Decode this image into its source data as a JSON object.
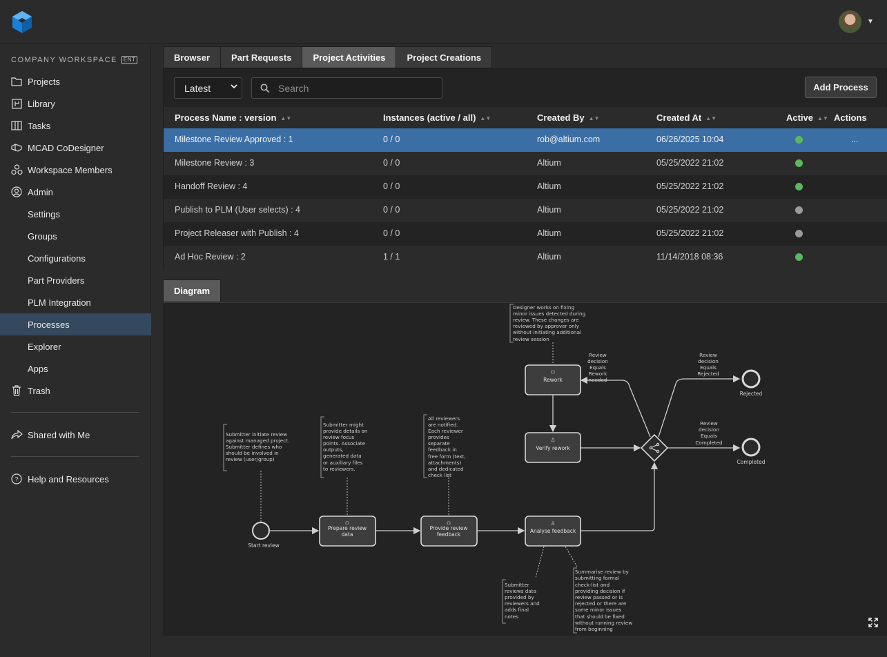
{
  "sidebar": {
    "workspace_title": "COMPANY WORKSPACE",
    "workspace_badge": "ENT",
    "items": [
      {
        "label": "Projects",
        "icon": "folder-icon"
      },
      {
        "label": "Library",
        "icon": "library-icon"
      },
      {
        "label": "Tasks",
        "icon": "tasks-icon"
      },
      {
        "label": "MCAD CoDesigner",
        "icon": "mcad-icon"
      },
      {
        "label": "Workspace Members",
        "icon": "members-icon"
      },
      {
        "label": "Admin",
        "icon": "admin-icon"
      },
      {
        "label": "Settings"
      },
      {
        "label": "Groups"
      },
      {
        "label": "Configurations"
      },
      {
        "label": "Part Providers"
      },
      {
        "label": "PLM Integration"
      },
      {
        "label": "Processes"
      },
      {
        "label": "Explorer"
      },
      {
        "label": "Apps"
      },
      {
        "label": "Trash",
        "icon": "trash-icon"
      },
      {
        "label": "Shared with Me",
        "icon": "share-icon"
      },
      {
        "label": "Help and Resources",
        "icon": "help-icon"
      }
    ]
  },
  "tabs": [
    "Browser",
    "Part Requests",
    "Project Activities",
    "Project Creations"
  ],
  "active_tab": "Project Activities",
  "toolbar": {
    "version_select": "Latest",
    "search_placeholder": "Search",
    "add_button": "Add Process"
  },
  "table": {
    "columns": [
      "Process Name : version",
      "Instances (active / all)",
      "Created By",
      "Created At",
      "Active",
      "Actions"
    ],
    "rows": [
      {
        "name": "Milestone Review Approved : 1",
        "instances": "0 / 0",
        "created_by": "rob@altium.com",
        "created_at": "06/26/2025 10:04",
        "active": true,
        "actions": "..."
      },
      {
        "name": "Milestone Review : 3",
        "instances": "0 / 0",
        "created_by": "Altium",
        "created_at": "05/25/2022 21:02",
        "active": true,
        "actions": ""
      },
      {
        "name": "Handoff Review : 4",
        "instances": "0 / 0",
        "created_by": "Altium",
        "created_at": "05/25/2022 21:02",
        "active": true,
        "actions": ""
      },
      {
        "name": "Publish to PLM (User selects) : 4",
        "instances": "0 / 0",
        "created_by": "Altium",
        "created_at": "05/25/2022 21:02",
        "active": false,
        "actions": ""
      },
      {
        "name": "Project Releaser with Publish : 4",
        "instances": "0 / 0",
        "created_by": "Altium",
        "created_at": "05/25/2022 21:02",
        "active": false,
        "actions": ""
      },
      {
        "name": "Ad Hoc Review : 2",
        "instances": "1 / 1",
        "created_by": "Altium",
        "created_at": "11/14/2018 08:36",
        "active": true,
        "actions": ""
      }
    ]
  },
  "status_colors": {
    "active": "#5cb85c",
    "inactive": "#9a9a9a"
  },
  "diagram": {
    "tab_label": "Diagram",
    "nodes": {
      "start": "Start review",
      "prepare": [
        "Prepare review",
        "data"
      ],
      "provide": [
        "Provide review",
        "feedback"
      ],
      "analyse": "Analyse feedback",
      "rework": "Rework",
      "verify": "Verify rework",
      "rejected": "Rejected",
      "completed": "Completed"
    },
    "edge_labels": {
      "rework": [
        "Review",
        "decision",
        "Equals",
        "Rework",
        "needed"
      ],
      "rejected": [
        "Review",
        "decision",
        "Equals",
        "Rejected"
      ],
      "completed": [
        "Review",
        "decision",
        "Equals",
        "Completed"
      ]
    },
    "annotations": {
      "start": [
        "Submitter initiate review",
        "against managed project.",
        "Submitter defines who",
        "should be involved in",
        "review (user/group)"
      ],
      "prepare": [
        "Submitter might",
        "provide details on",
        "review focus",
        "points. Associate",
        "outputs,",
        "generated data",
        "or auxiliary files",
        "to reviewers."
      ],
      "provide": [
        "All reviewers",
        "are notified.",
        "Each reviewer",
        "provides",
        "separate",
        "feedback in",
        "free form (text,",
        "attachments)",
        "and dedicated",
        "check list"
      ],
      "rework": [
        "Designer works on fixing",
        "minor issues detected during",
        "review. These changes are",
        "reviewed by approver only",
        "without initiating additional",
        "review session"
      ],
      "analyse_left": [
        "Submitter",
        "reviews data",
        "provided by",
        "reviewers and",
        "adds final",
        "notes"
      ],
      "analyse_right": [
        "Summarise review by",
        "submitting formal",
        "check-list and",
        "providing decision if",
        "review passed or is",
        "rejected or there are",
        "some minor issues",
        "that should be fixed",
        "without running review",
        "from beginning"
      ]
    }
  }
}
